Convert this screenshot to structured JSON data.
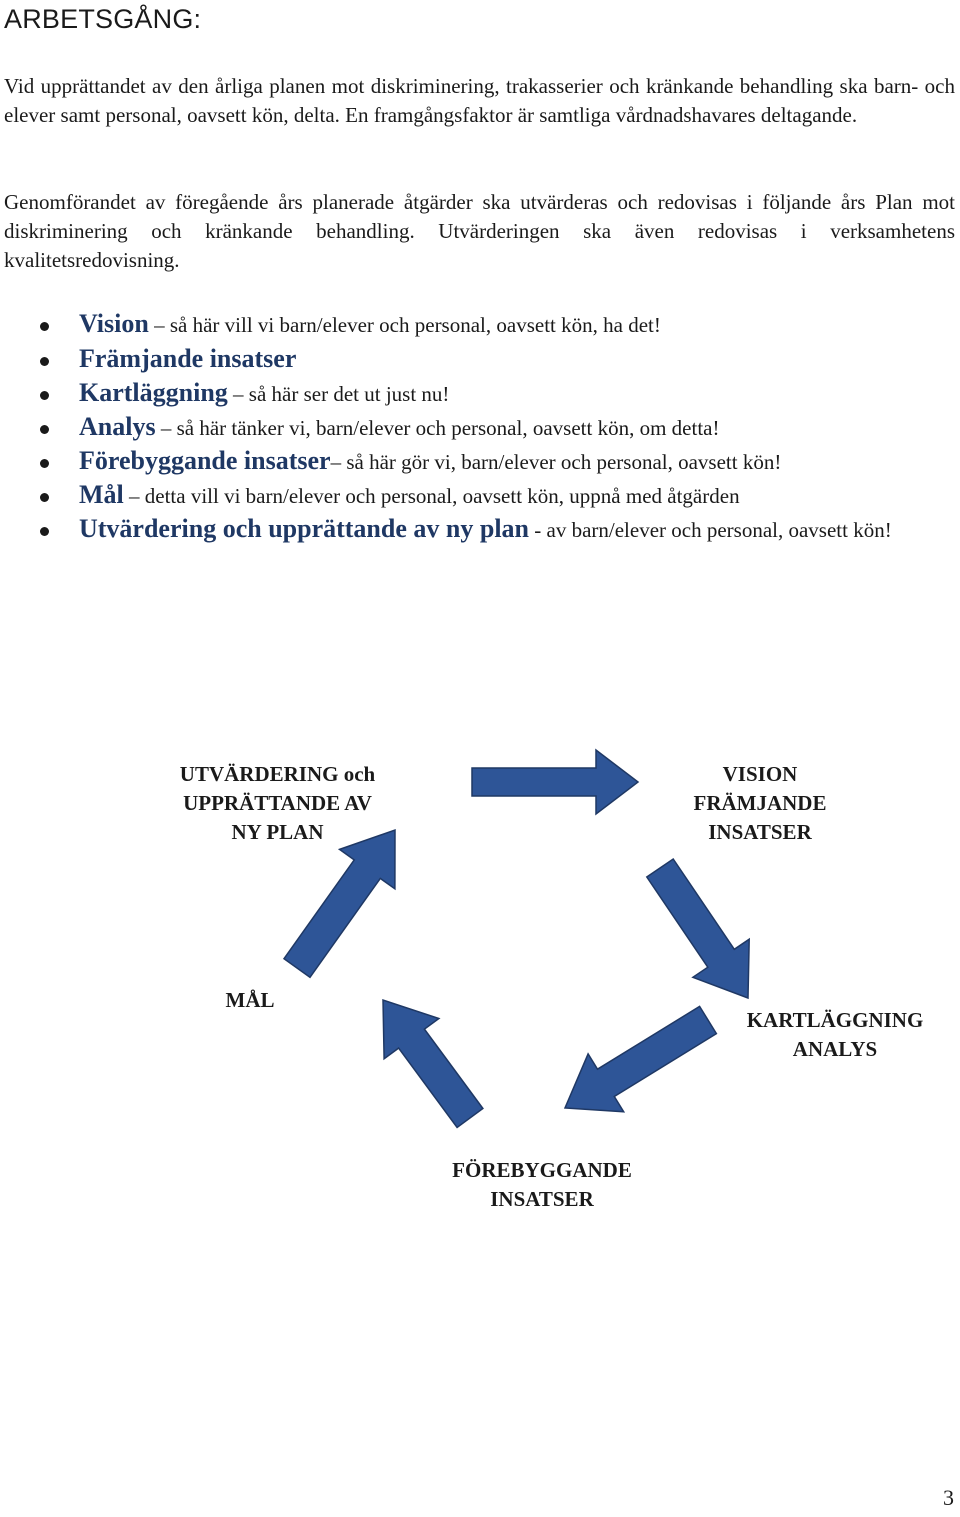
{
  "heading": "ARBETSGÅNG:",
  "paragraph1": "Vid upprättandet av den årliga planen mot diskriminering, trakasserier och kränkande behandling ska barn- och elever samt personal, oavsett kön, delta. En framgångsfaktor är samtliga vårdnadshavares deltagande.",
  "paragraph2": "Genomförandet av föregående års planerade åtgärder ska utvärderas och redovisas i följande års Plan mot diskriminering och kränkande behandling. Utvärderingen ska även redovisas i verksamhetens kvalitetsredovisning.",
  "steps": [
    {
      "term": "Vision",
      "sep": " – ",
      "text": " så här vill vi barn/elever och personal, oavsett kön, ha det!"
    },
    {
      "term": "Främjande insatser",
      "sep": "",
      "text": ""
    },
    {
      "term": "Kartläggning",
      "sep": " – ",
      "text": " så här ser det ut just nu!"
    },
    {
      "term": "Analys",
      "sep": " – ",
      "text": " så här tänker vi, barn/elever och personal, oavsett kön, om detta!"
    },
    {
      "term": "Förebyggande insatser",
      "sep": "– ",
      "text": " så här gör vi, barn/elever och personal, oavsett kön!"
    },
    {
      "term": "Mål",
      "sep": " – ",
      "text": " detta vill vi barn/elever och personal, oavsett kön, uppnå med åtgärden"
    },
    {
      "term": "Utvärdering och upprättande av ny plan",
      "sep": " - ",
      "text": "av barn/elever och personal, oavsett kön!"
    }
  ],
  "cycle": {
    "utvardering": [
      "UTVÄRDERING och",
      "UPPRÄTTANDE AV",
      "NY PLAN"
    ],
    "vision": [
      "VISION",
      "FRÄMJANDE",
      "INSATSER"
    ],
    "kartlaggning": [
      "KARTLÄGGNING",
      "ANALYS"
    ],
    "forebyggande": [
      "FÖREBYGGANDE",
      "INSATSER"
    ],
    "mal": [
      "MÅL"
    ],
    "arrow_fill": "#2e5597",
    "arrow_stroke": "#1f3864"
  },
  "page_number": "3"
}
